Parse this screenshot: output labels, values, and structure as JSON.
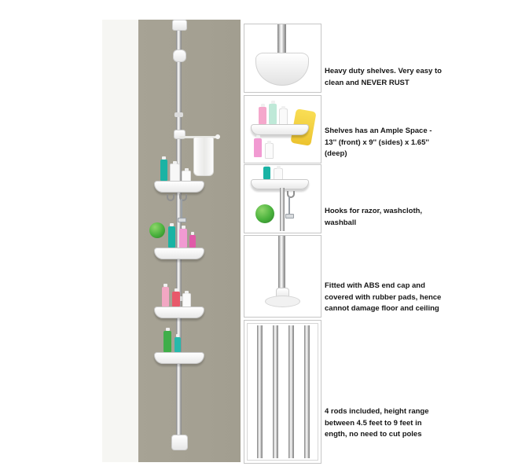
{
  "palette": {
    "wall_olive": "#a7a395",
    "wall_light": "#f6f6f3",
    "pole_chrome": "#adadad",
    "towel_yellow": "#f9de55",
    "loofah_green": "#49b13c",
    "bottle_teal": "#1ab3a4",
    "bottle_green": "#3fae49",
    "bottle_pink": "#f19ad2",
    "bottle_red": "#e8596a"
  },
  "details": [
    {
      "caption": "Heavy duty shelves. Very easy to clean and NEVER RUST"
    },
    {
      "caption": "Shelves has an Ample Space - 13'' (front) x 9'' (sides) x 1.65'' (deep)"
    },
    {
      "caption": "Hooks for razor, washcloth, washball"
    },
    {
      "caption": "Fitted with ABS end cap and covered with rubber pads, hence cannot damage floor and ceiling"
    },
    {
      "caption": "4 rods included, height range between 4.5 feet to 9 feet in ength, no need to cut poles"
    }
  ]
}
